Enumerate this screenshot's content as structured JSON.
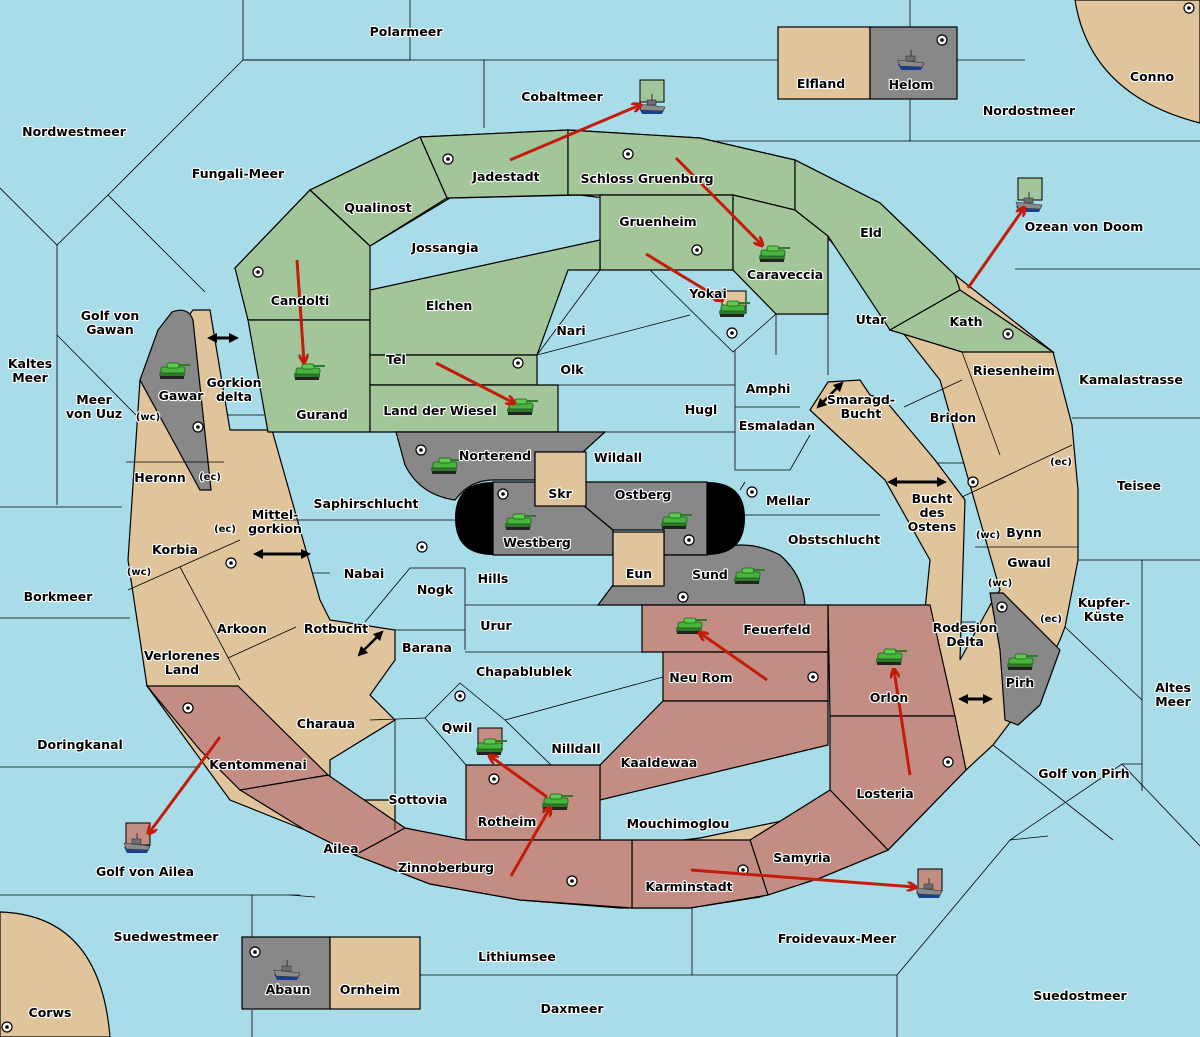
{
  "title": "Diplomacy map",
  "colors": {
    "sea": "#a8dce9",
    "neutral": "#e0c59c",
    "green_power": "#a3c59a",
    "red_power": "#c38d84",
    "grey_power": "#888888",
    "impassable": "#000000",
    "order_arrow": "#c41c0c"
  },
  "seas": [
    "Polarmeer",
    "Cobaltmeer",
    "Nordwestmeer",
    "Fungali-Meer",
    "Nordostmeer",
    "Ozean von Doom",
    "Kaltes Meer",
    "Golf von Gawan",
    "Meer von Uuz",
    "Gorkion delta",
    "Mittel-gorkion",
    "Rotbucht",
    "Borkmeer",
    "Doringkanal",
    "Golf von Ailea",
    "Suedwestmeer",
    "Lithiumsee",
    "Daxmeer",
    "Froidevaux-Meer",
    "Suedostmeer",
    "Golf von Pirh",
    "Altes Meer",
    "Kupfer-Küste",
    "Rodesion Delta",
    "Teisee",
    "Kamalastrasse",
    "Bucht des Ostens",
    "Smaragd-Bucht"
  ],
  "lands": [
    {
      "name": "Elfland",
      "owner": "neutral",
      "sc": false
    },
    {
      "name": "Helom",
      "owner": "grey",
      "sc": true,
      "unit": "fleet"
    },
    {
      "name": "Conno",
      "owner": "neutral",
      "sc": true
    },
    {
      "name": "Corws",
      "owner": "neutral",
      "sc": true
    },
    {
      "name": "Abaun",
      "owner": "grey",
      "sc": true,
      "unit": "fleet"
    },
    {
      "name": "Ornheim",
      "owner": "neutral",
      "sc": false
    },
    {
      "name": "Jadestadt",
      "owner": "green",
      "sc": true
    },
    {
      "name": "Schloss Gruenburg",
      "owner": "green",
      "sc": true
    },
    {
      "name": "Qualinost",
      "owner": "green",
      "sc": false
    },
    {
      "name": "Candolti",
      "owner": "green",
      "sc": true
    },
    {
      "name": "Gurand",
      "owner": "green",
      "sc": false,
      "unit": "army"
    },
    {
      "name": "Gruenheim",
      "owner": "green",
      "sc": true
    },
    {
      "name": "Caraveccia",
      "owner": "green",
      "sc": false,
      "unit": "army"
    },
    {
      "name": "Eld",
      "owner": "green",
      "sc": false
    },
    {
      "name": "Kath",
      "owner": "green",
      "sc": true
    },
    {
      "name": "Elchen",
      "owner": "green",
      "sc": false
    },
    {
      "name": "Tel",
      "owner": "green",
      "sc": true
    },
    {
      "name": "Land der Wiesel",
      "owner": "green",
      "sc": false,
      "unit": "army"
    },
    {
      "name": "Jossangia",
      "owner": "neutral",
      "sc": false
    },
    {
      "name": "Nari",
      "owner": "neutral",
      "sc": false
    },
    {
      "name": "Olk",
      "owner": "neutral",
      "sc": false
    },
    {
      "name": "Yokai",
      "owner": "neutral",
      "sc": true,
      "unit": "army"
    },
    {
      "name": "Utar",
      "owner": "neutral",
      "sc": false
    },
    {
      "name": "Amphi",
      "owner": "neutral",
      "sc": false
    },
    {
      "name": "Hugl",
      "owner": "neutral",
      "sc": false
    },
    {
      "name": "Esmaladan",
      "owner": "neutral",
      "sc": false
    },
    {
      "name": "Riesenheim",
      "owner": "neutral",
      "sc": false
    },
    {
      "name": "Bridon",
      "owner": "neutral",
      "sc": true
    },
    {
      "name": "Bynn",
      "owner": "neutral",
      "sc": false,
      "coasts": [
        "wc",
        "ec"
      ]
    },
    {
      "name": "Gwaul",
      "owner": "neutral",
      "sc": false,
      "coasts": [
        "wc",
        "ec"
      ]
    },
    {
      "name": "Pirh",
      "owner": "grey",
      "sc": true,
      "unit": "army"
    },
    {
      "name": "Gawar",
      "owner": "grey",
      "sc": true,
      "unit": "army"
    },
    {
      "name": "Heronn",
      "owner": "neutral",
      "sc": false,
      "coasts": [
        "wc",
        "ec"
      ]
    },
    {
      "name": "Korbia",
      "owner": "neutral",
      "sc": true,
      "coasts": [
        "wc",
        "ec"
      ]
    },
    {
      "name": "Arkoon",
      "owner": "neutral",
      "sc": false
    },
    {
      "name": "Verlorenes Land",
      "owner": "neutral",
      "sc": false
    },
    {
      "name": "Saphirschlucht",
      "owner": "neutral",
      "sc": false
    },
    {
      "name": "Nabai",
      "owner": "neutral",
      "sc": true
    },
    {
      "name": "Nogk",
      "owner": "neutral",
      "sc": false
    },
    {
      "name": "Barana",
      "owner": "neutral",
      "sc": false
    },
    {
      "name": "Charaua",
      "owner": "neutral",
      "sc": false
    },
    {
      "name": "Norterend",
      "owner": "grey",
      "sc": true,
      "unit": "army"
    },
    {
      "name": "Wildall",
      "owner": "neutral",
      "sc": false
    },
    {
      "name": "Skr",
      "owner": "neutral",
      "sc": false
    },
    {
      "name": "Westberg",
      "owner": "grey",
      "sc": true,
      "unit": "army"
    },
    {
      "name": "Ostberg",
      "owner": "grey",
      "sc": true,
      "unit": "army"
    },
    {
      "name": "Eun",
      "owner": "neutral",
      "sc": false
    },
    {
      "name": "Sund",
      "owner": "grey",
      "sc": true,
      "unit": "army"
    },
    {
      "name": "Mellar",
      "owner": "neutral",
      "sc": true
    },
    {
      "name": "Obstschlucht",
      "owner": "neutral",
      "sc": false
    },
    {
      "name": "Hills",
      "owner": "neutral",
      "sc": false
    },
    {
      "name": "Urur",
      "owner": "neutral",
      "sc": false
    },
    {
      "name": "Chapablublek",
      "owner": "neutral",
      "sc": false
    },
    {
      "name": "Qwil",
      "owner": "neutral",
      "sc": true,
      "unit": "army"
    },
    {
      "name": "Nilldall",
      "owner": "neutral",
      "sc": false
    },
    {
      "name": "Sottovia",
      "owner": "neutral",
      "sc": false
    },
    {
      "name": "Feuerfeld",
      "owner": "red",
      "sc": false,
      "unit": "army"
    },
    {
      "name": "Neu Rom",
      "owner": "red",
      "sc": true
    },
    {
      "name": "Orlon",
      "owner": "red",
      "sc": false,
      "unit": "army"
    },
    {
      "name": "Losteria",
      "owner": "red",
      "sc": true
    },
    {
      "name": "Kaaldewaa",
      "owner": "red",
      "sc": false
    },
    {
      "name": "Mouchimoglou",
      "owner": "neutral",
      "sc": false
    },
    {
      "name": "Rotheim",
      "owner": "red",
      "sc": true,
      "unit": "army"
    },
    {
      "name": "Samyria",
      "owner": "red",
      "sc": false
    },
    {
      "name": "Karminstadt",
      "owner": "red",
      "sc": true
    },
    {
      "name": "Zinnoberburg",
      "owner": "red",
      "sc": true
    },
    {
      "name": "Ailea",
      "owner": "red",
      "sc": false
    },
    {
      "name": "Kentommenai",
      "owner": "red",
      "sc": true
    }
  ],
  "sea_units": [
    {
      "sea": "Cobaltmeer",
      "unit": "fleet",
      "owner": "green"
    },
    {
      "sea": "Ozean von Doom",
      "unit": "fleet",
      "owner": "green"
    },
    {
      "sea": "Golf von Ailea",
      "unit": "fleet",
      "owner": "red"
    },
    {
      "sea": "Froidevaux-Meer",
      "unit": "fleet",
      "owner": "red"
    }
  ],
  "orders": [
    {
      "from": "Jadestadt",
      "to": "Cobaltmeer",
      "type": "build-move"
    },
    {
      "from": "Schloss Gruenburg",
      "to": "Caraveccia",
      "type": "move"
    },
    {
      "from": "Gruenheim",
      "to": "Yokai",
      "type": "move"
    },
    {
      "from": "Kath",
      "to": "Ozean von Doom",
      "type": "move"
    },
    {
      "from": "Candolti",
      "to": "Gurand",
      "type": "move"
    },
    {
      "from": "Tel",
      "to": "Land der Wiesel",
      "type": "move"
    },
    {
      "from": "Neu Rom",
      "to": "Feuerfeld",
      "type": "move"
    },
    {
      "from": "Losteria",
      "to": "Orlon",
      "type": "move"
    },
    {
      "from": "Rotheim",
      "to": "Qwil",
      "type": "move"
    },
    {
      "from": "Zinnoberburg",
      "to": "Rotheim",
      "type": "move"
    },
    {
      "from": "Kentommenai",
      "to": "Golf von Ailea",
      "type": "move"
    },
    {
      "from": "Karminstadt",
      "to": "Froidevaux-Meer",
      "type": "move"
    }
  ],
  "straits": [
    "Gawar-Gurand",
    "Mittel-gorkion",
    "Rotbucht",
    "Smaragd-Bucht",
    "Bucht des Ostens",
    "Rodesion Delta"
  ]
}
